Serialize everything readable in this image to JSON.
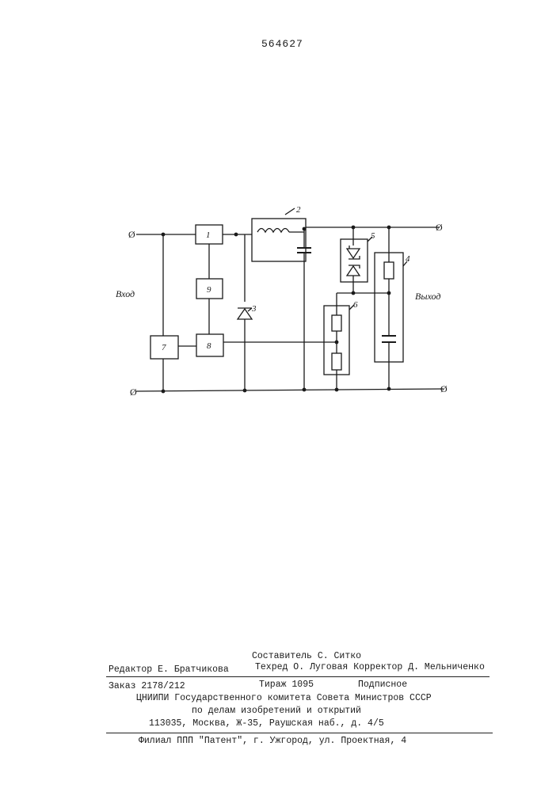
{
  "header": {
    "patent_number": "564627"
  },
  "diagram": {
    "input_label": "Вход",
    "output_label": "Выход",
    "terminal_symbol": "Ø",
    "blocks": {
      "b1": "1",
      "b2": "2",
      "b3": "3",
      "b4": "4",
      "b5": "5",
      "b6": "6",
      "b7": "7",
      "b8": "8",
      "b9": "9"
    }
  },
  "footer": {
    "compiler": "Составитель С. Ситко",
    "editor": "Редактор Е. Братчикова",
    "techred_corrector": "Техред О. Луговая Корректор Д. Мельниченко",
    "order": "Заказ 2178/212",
    "circulation": "Тираж 1095",
    "subscription": "Подписное",
    "institute": "ЦНИИПИ Государственного комитета Совета Министров СССР",
    "dept": "по делам изобретений и открытий",
    "address": "113035, Москва, Ж-35, Раушская наб., д. 4/5",
    "branch": "Филиал ППП \"Патент\", г. Ужгород, ул. Проектная, 4"
  }
}
